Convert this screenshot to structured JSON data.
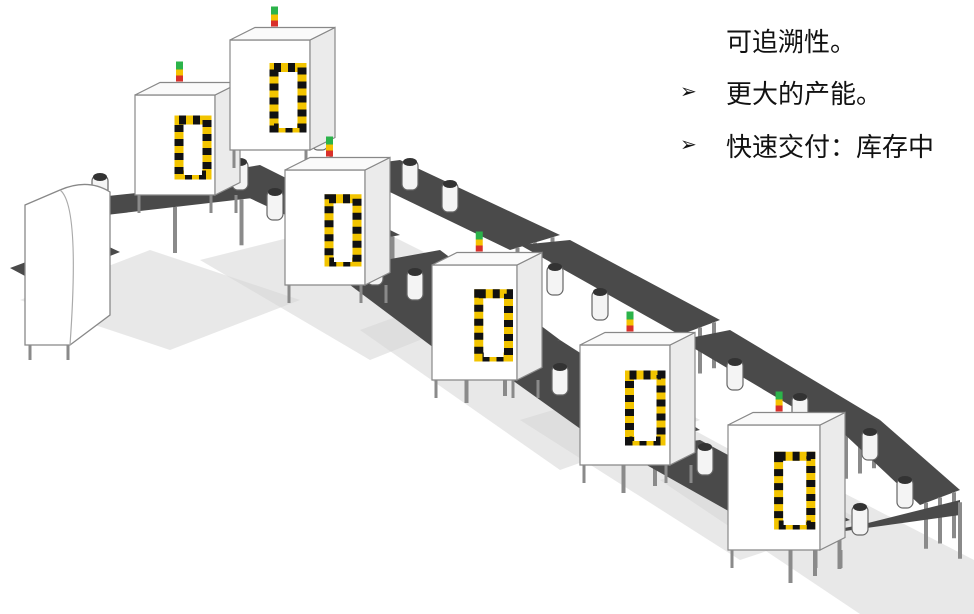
{
  "text_lines": [
    {
      "bullet": "",
      "text": "可追溯性。"
    },
    {
      "bullet": "➢",
      "text": "更大的产能。"
    },
    {
      "bullet": "➢",
      "text": "快速交付：库存中"
    }
  ],
  "illustration": {
    "subject": "production-line",
    "stations": [
      {
        "id": "feeder-cabinet"
      },
      {
        "id": "station-1"
      },
      {
        "id": "station-2"
      },
      {
        "id": "station-3"
      },
      {
        "id": "station-4"
      },
      {
        "id": "station-5"
      },
      {
        "id": "station-6"
      }
    ],
    "colors": {
      "cabinet_face": "#ffffff",
      "cabinet_side": "#ebebeb",
      "conveyor": "#4a4a4a",
      "hazard_yellow": "#f2c400",
      "hazard_black": "#111111",
      "legs": "#8a8a8a",
      "shadow": "#d6d6d6",
      "light_green": "#2bb34a",
      "light_yellow": "#f5c200",
      "light_red": "#d9302b"
    }
  }
}
